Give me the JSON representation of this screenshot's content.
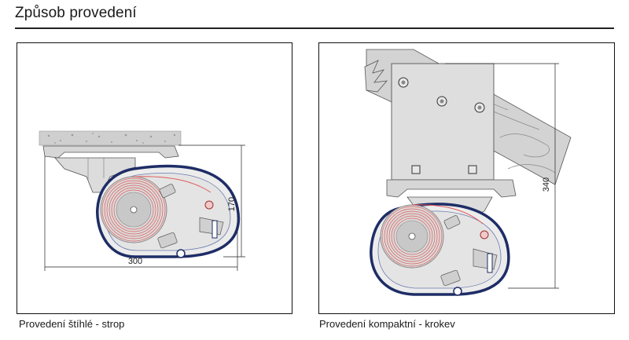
{
  "title": "Způsob provedení",
  "left_panel": {
    "caption": "Provedení štíhlé - strop",
    "dim_width": "300",
    "dim_height": "170"
  },
  "right_panel": {
    "caption": "Provedení kompaktní - krokev",
    "dim_height": "340"
  }
}
